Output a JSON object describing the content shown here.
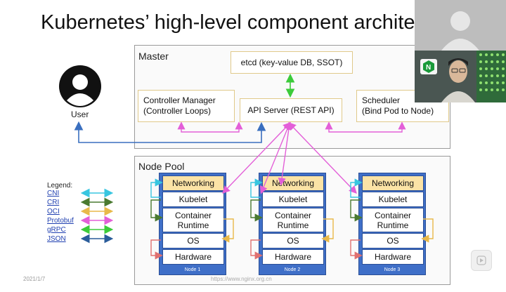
{
  "slide": {
    "title": "Kubernetes’ high-level component architec"
  },
  "master": {
    "label": "Master",
    "etcd": "etcd (key-value DB, SSOT)",
    "controller_line1": "Controller Manager",
    "controller_line2": "(Controller Loops)",
    "api_server": "API Server (REST API)",
    "scheduler_line1": "Scheduler",
    "scheduler_line2": "(Bind Pod to Node)"
  },
  "user": {
    "label": "User"
  },
  "node_pool": {
    "label": "Node Pool",
    "layers": {
      "networking": "Networking",
      "kubelet": "Kubelet",
      "container_line1": "Container",
      "container_line2": "Runtime",
      "os": "OS",
      "hardware": "Hardware"
    },
    "nodes": [
      "Node 1",
      "Node 2",
      "Node 3"
    ]
  },
  "legend": {
    "title": "Legend:",
    "items": [
      {
        "label": "CNI",
        "color": "#38c6e0"
      },
      {
        "label": "CRI",
        "color": "#4a7a30"
      },
      {
        "label": "OCI",
        "color": "#e8b94a"
      },
      {
        "label": "Protobuf",
        "color": "#e35fd8"
      },
      {
        "label": "gRPC",
        "color": "#3ccb3a"
      },
      {
        "label": "JSON",
        "color": "#2a5c9a"
      }
    ]
  },
  "footer": {
    "date": "2021/1/7",
    "url": "https://www.nginx.org.cn"
  },
  "colors": {
    "user_link": "#3a6fbf",
    "protobuf": "#e35fd8",
    "grpc": "#3ccb3a",
    "cni": "#38c6e0",
    "cri": "#4a7a30",
    "oci": "#e8b94a",
    "hardware_link": "#e07070",
    "node_blue": "#3f6fc8"
  },
  "webcam": {
    "logo_icon": "nginx-logo-icon"
  }
}
